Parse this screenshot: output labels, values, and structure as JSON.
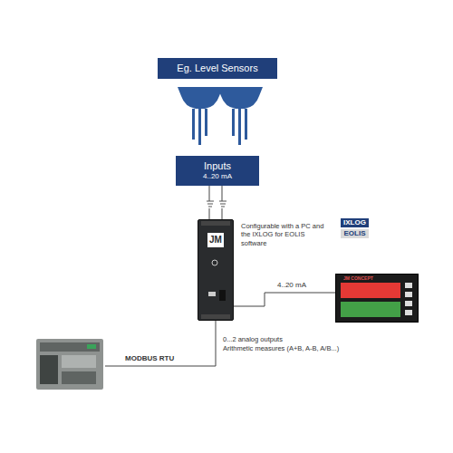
{
  "diagram": {
    "nodes": [
      {
        "text": [
          "Eg. Level Sensors"
        ]
      },
      {
        "text": [
          "Inputs",
          "4..20 mA"
        ]
      },
      {
        "text": [
          "JM"
        ]
      },
      {
        "text": [
          "JM CONCEPT"
        ]
      }
    ],
    "edges": [
      {
        "from": 1,
        "to": 2,
        "arrow": "none"
      },
      {
        "from": 2,
        "to": 3,
        "label": "4..20 mA",
        "arrow": "none"
      }
    ],
    "labels": [
      "Configurable with a PC and the IXLOG for EOLIS software",
      "IXLOG",
      "EOLIS",
      "MODBUS RTU",
      "0...2 analog outputs",
      "Arithmetic measures (A+B, A-B, A/B...)"
    ]
  }
}
